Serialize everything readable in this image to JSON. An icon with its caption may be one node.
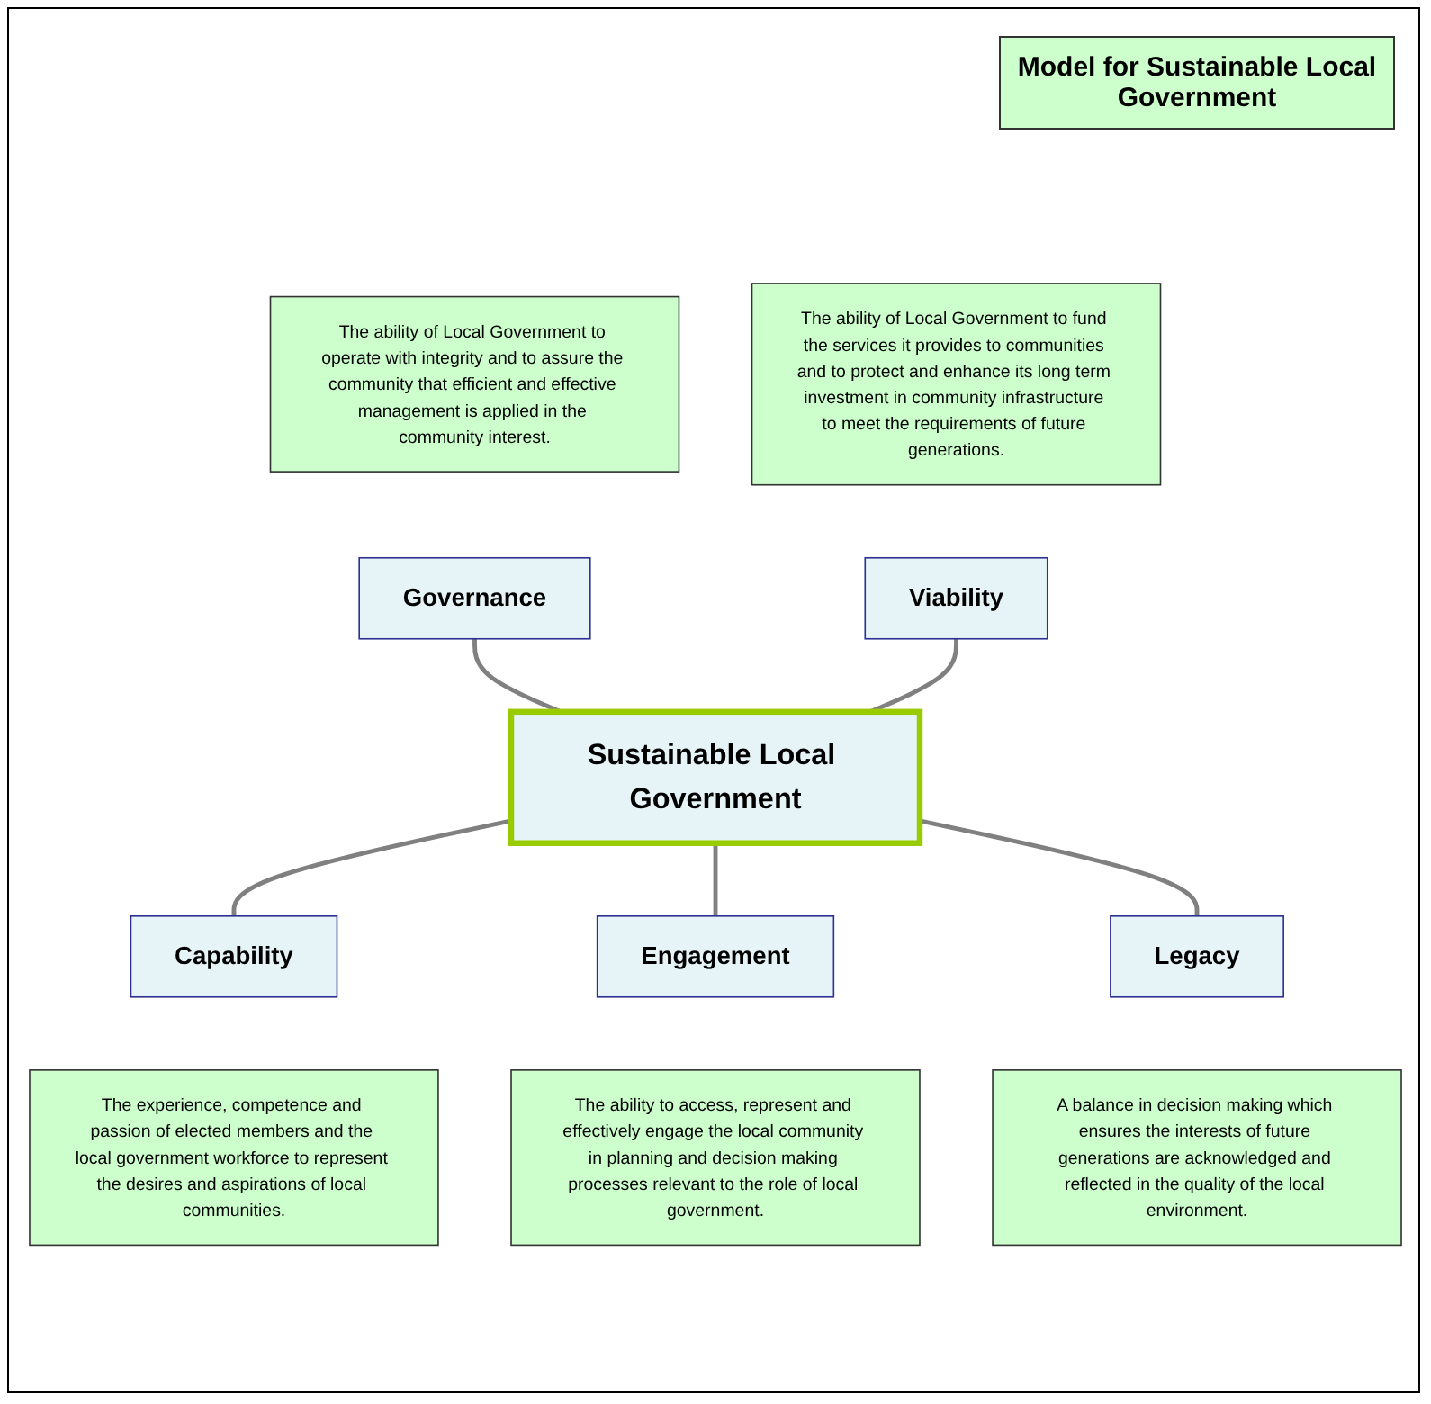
{
  "diagram": {
    "title": "Model for Sustainable Local Government",
    "nodes": [
      {
        "text": [
          "Governance"
        ]
      },
      {
        "text": [
          "The ability of Local Government to operate with integrity and to assure the community that efficient and effective management is applied in the community interest."
        ]
      },
      {
        "text": [
          "Viability"
        ]
      },
      {
        "text": [
          "The ability of Local Government to fund the services it provides to communities and to protect and enhance its long term investment in community infrastructure to meet the requirements of future generations."
        ]
      },
      {
        "text": [
          "Sustainable Local Government"
        ]
      },
      {
        "text": [
          "Capability"
        ]
      },
      {
        "text": [
          "The experience, competence and passion of elected members and the local government workforce to represent the desires and aspirations of local communities."
        ]
      },
      {
        "text": [
          "Engagement"
        ]
      },
      {
        "text": [
          "The ability to access, represent and effectively engage the local community in planning and decision making processes relevant to the role of local government."
        ]
      },
      {
        "text": [
          "Legacy"
        ]
      },
      {
        "text": [
          "A balance in decision making which ensures the interests of future generations are acknowledged and reflected in the quality of the local environment."
        ]
      }
    ],
    "edges": [
      {
        "from": 0,
        "to": 4,
        "arrow": "none"
      },
      {
        "from": 2,
        "to": 4,
        "arrow": "none"
      },
      {
        "from": 4,
        "to": 5,
        "arrow": "none"
      },
      {
        "from": 4,
        "to": 7,
        "arrow": "none"
      },
      {
        "from": 4,
        "to": 9,
        "arrow": "none"
      }
    ]
  }
}
